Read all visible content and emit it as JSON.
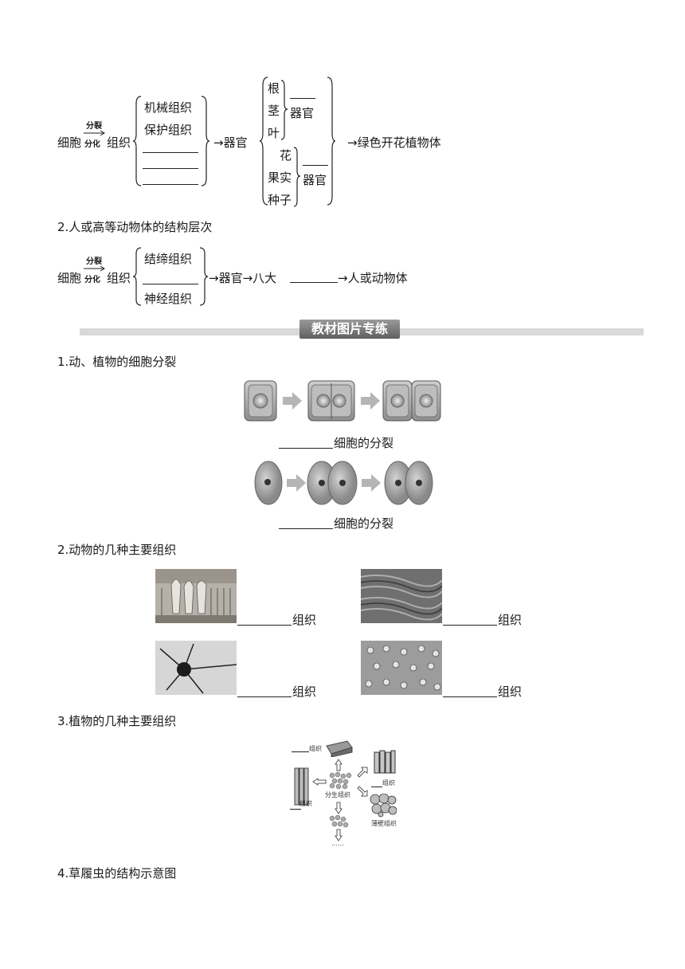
{
  "plant": {
    "cell": "细胞",
    "arrow_top": "分裂",
    "arrow_bottom": "分化",
    "tissue": "组织",
    "t1": "机械组织",
    "t2": "保护组织",
    "to_organ": "→器官",
    "root": "根",
    "stem": "茎",
    "leaf": "叶",
    "flower": "花",
    "fruit": "果实",
    "seed": "种子",
    "organ1": "器官",
    "organ2": "器官",
    "result": "→绿色开花植物体"
  },
  "animal": {
    "heading": "2.人或高等动物体的结构层次",
    "cell": "细胞",
    "arrow_top": "分裂",
    "arrow_bottom": "分化",
    "tissue": "组织",
    "t1": "结缔组织",
    "t3": "神经组织",
    "seq": "→器官→八大",
    "result": "→人或动物体"
  },
  "banner": "教材图片专练",
  "q1": {
    "heading": "1.动、植物的细胞分裂",
    "cap1": "细胞的分裂",
    "cap2": "细胞的分裂"
  },
  "q2": {
    "heading": "2.动物的几种主要组织",
    "c1": "组织",
    "c2": "组织",
    "c3": "组织",
    "c4": "组织"
  },
  "q3": {
    "heading": "3.植物的几种主要组织",
    "l_top": "组织",
    "l_left": "组织",
    "l_center": "分生组织",
    "l_right": "组织",
    "l_thin": "薄壁组织",
    "l_dots": "……"
  },
  "q4": {
    "heading": "4.草履虫的结构示意图"
  },
  "colors": {
    "banner": "#6f6f6f",
    "bar": "#d9d9d9",
    "arrow": "#b5b5b5"
  }
}
